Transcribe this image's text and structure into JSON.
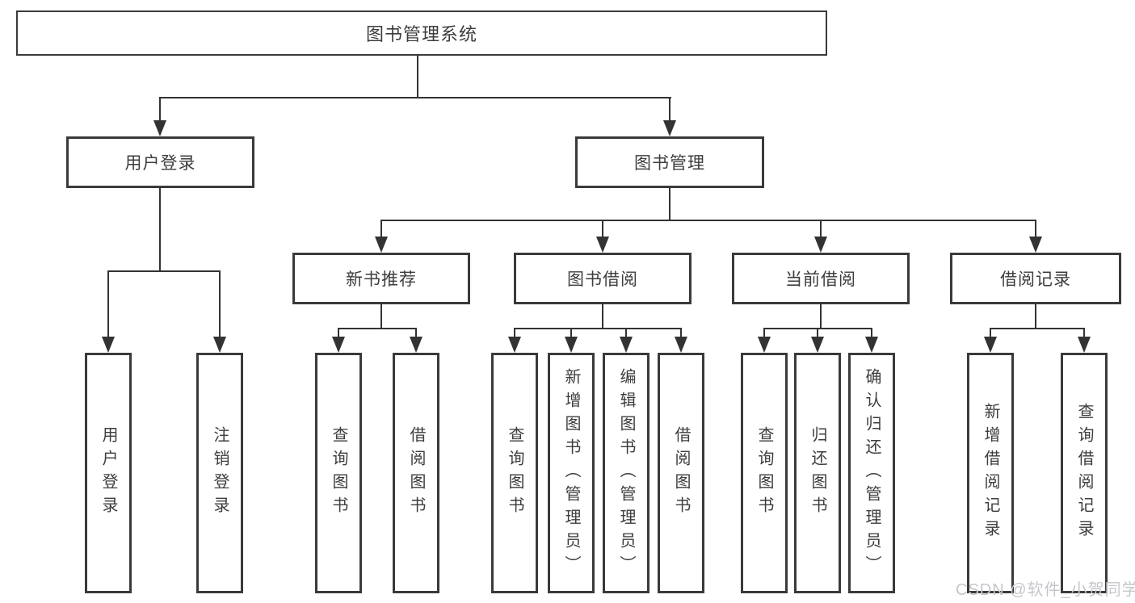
{
  "diagram_title": "图书管理系统",
  "tree": {
    "label": "图书管理系统",
    "children": [
      {
        "label": "用户登录",
        "children": [
          {
            "label": "用户登录"
          },
          {
            "label": "注销登录"
          }
        ]
      },
      {
        "label": "图书管理",
        "children": [
          {
            "label": "新书推荐",
            "children": [
              {
                "label": "查询图书"
              },
              {
                "label": "借阅图书"
              }
            ]
          },
          {
            "label": "图书借阅",
            "children": [
              {
                "label": "查询图书"
              },
              {
                "label": "新增图书（管理员）"
              },
              {
                "label": "编辑图书（管理员）"
              },
              {
                "label": "借阅图书"
              }
            ]
          },
          {
            "label": "当前借阅",
            "children": [
              {
                "label": "查询图书"
              },
              {
                "label": "归还图书"
              },
              {
                "label": "确认归还（管理员）"
              }
            ]
          },
          {
            "label": "借阅记录",
            "children": [
              {
                "label": "新增借阅记录"
              },
              {
                "label": "查询借阅记录"
              }
            ]
          }
        ]
      }
    ]
  },
  "watermark": {
    "text": "CSDN @软件_小贺同学"
  },
  "colors": {
    "line": "#333333",
    "box_border": "#3a3a3a",
    "text": "#3d3d3d",
    "watermark_text": "#c5c7cb",
    "background": "#ffffff"
  }
}
